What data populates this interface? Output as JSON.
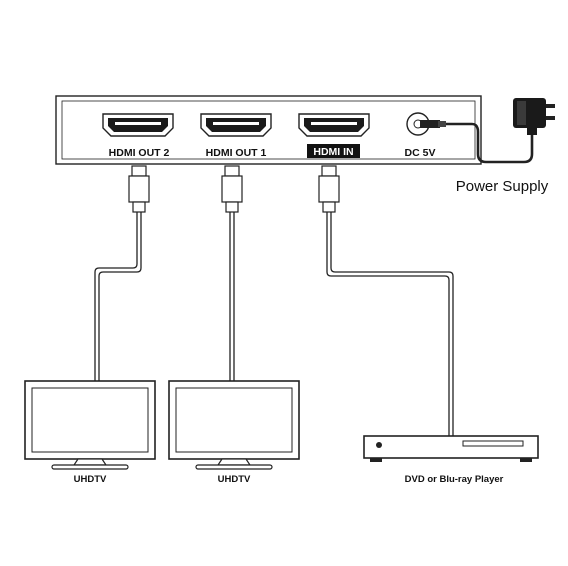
{
  "splitter": {
    "ports": {
      "out2": "HDMI OUT 2",
      "out1": "HDMI OUT 1",
      "in": "HDMI IN",
      "dc": "DC 5V"
    }
  },
  "power_supply": {
    "label": "Power Supply"
  },
  "displays": [
    {
      "label": "UHDTV"
    },
    {
      "label": "UHDTV"
    }
  ],
  "source": {
    "label": "DVD or Blu-ray Player"
  },
  "colors": {
    "line": "#222222",
    "background": "#ffffff",
    "label_highlight": "#111111"
  }
}
